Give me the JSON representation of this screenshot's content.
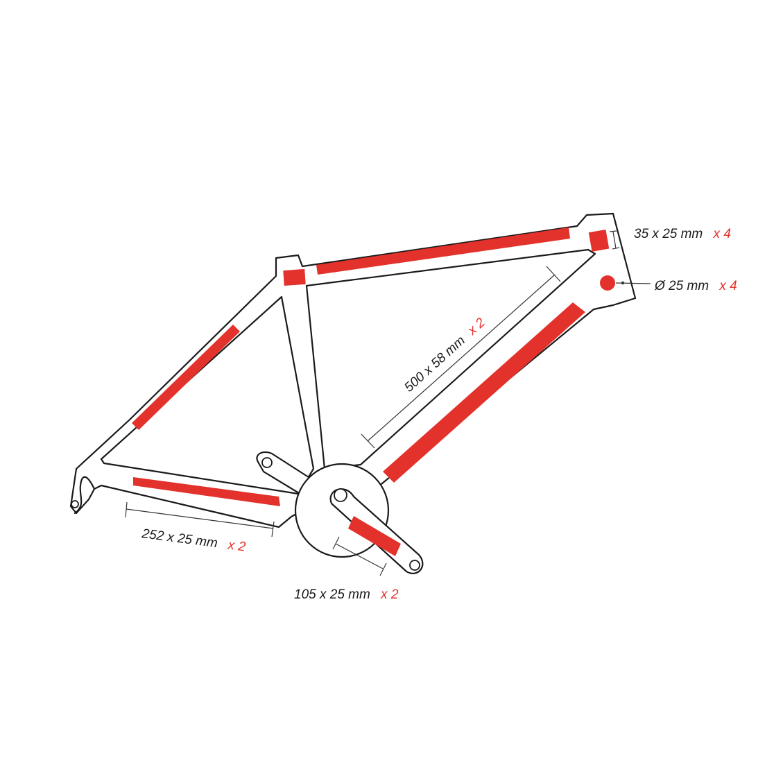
{
  "colors": {
    "sticker": "#e3322b",
    "frame_outline": "#1a1a1a",
    "background": "#ffffff"
  },
  "callouts": {
    "head_small": {
      "size": "35 x 25 mm",
      "qty": "x 4"
    },
    "head_round": {
      "size": "Ø 25 mm",
      "qty": "x 4"
    },
    "down_tube": {
      "size": "500 x 58 mm",
      "qty": "x 2"
    },
    "chainstay": {
      "size": "252 x 25 mm",
      "qty": "x 2"
    },
    "crank": {
      "size": "105 x 25 mm",
      "qty": "x 2"
    }
  }
}
